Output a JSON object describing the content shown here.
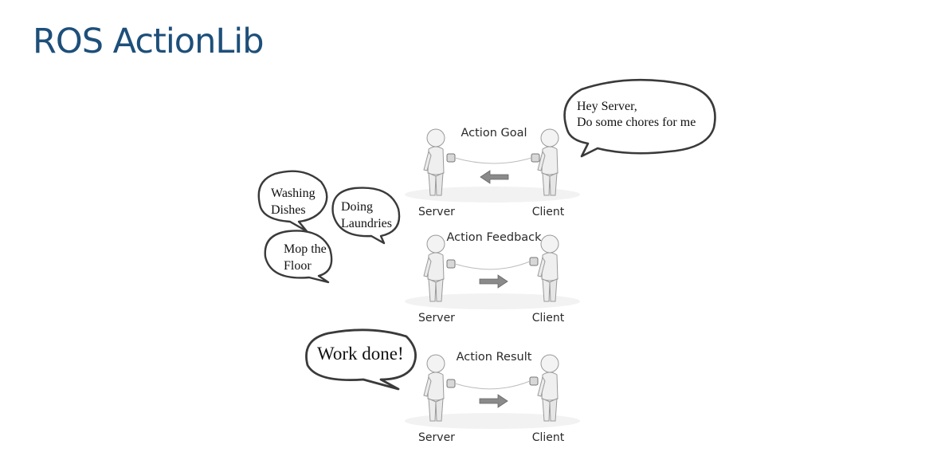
{
  "slide": {
    "title": "ROS ActionLib"
  },
  "panels": [
    {
      "heading": "Action Goal",
      "server": "Server",
      "client": "Client",
      "arrow": "left"
    },
    {
      "heading": "Action Feedback",
      "server": "Server",
      "client": "Client",
      "arrow": "right"
    },
    {
      "heading": "Action Result",
      "server": "Server",
      "client": "Client",
      "arrow": "right"
    }
  ],
  "bubbles": {
    "goal_line1": "Hey Server,",
    "goal_line2": "Do some chores for me",
    "chore1_line1": "Washing",
    "chore1_line2": "Dishes",
    "chore2_line1": "Doing",
    "chore2_line2": "Laundries",
    "chore3_line1": "Mop the",
    "chore3_line2": "Floor",
    "result": "Work done!"
  },
  "colors": {
    "title": "#1d4f7a",
    "figure": "#e4e4e4",
    "arrow": "#8a8a8a"
  }
}
